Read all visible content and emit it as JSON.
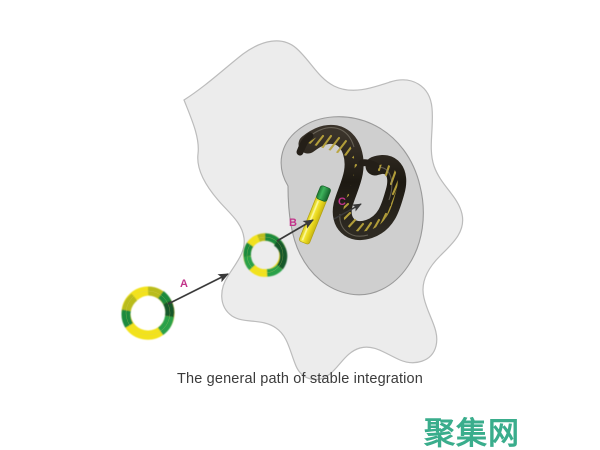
{
  "figure": {
    "caption": "The general path of stable integration",
    "watermark": "聚集网",
    "background_color": "#ffffff",
    "caption_color": "#3b3b3b",
    "watermark_color": "#3aad8c"
  },
  "labels": {
    "a": "A",
    "b": "B",
    "c": "C",
    "color": "#c2338a"
  },
  "elements": {
    "cell_name": "cell-body",
    "nucleus_name": "nucleus",
    "plasmid_outside_name": "plasmid-extracellular",
    "plasmid_inside_name": "plasmid-intracellular",
    "linear_dna_name": "linearized-dna",
    "chromosome_name": "chromosomal-dna-helix"
  },
  "colors": {
    "cell_fill": "#ececec",
    "cell_stroke": "#b9b9b9",
    "nucleus_fill": "#cfcfcf",
    "nucleus_stroke": "#9a9a9a",
    "plasmid_yellow": "#f2e21a",
    "plasmid_green": "#2aa14a",
    "plasmid_dark_green": "#17592c",
    "plasmid_olive": "#b9bc1f",
    "arrow": "#3a3a3a",
    "dna_strand_dark": "#241f18",
    "dna_rung": "#b8a33a"
  },
  "steps": [
    {
      "id": "A",
      "from": "plasmid-extracellular",
      "to": "plasmid-intracellular",
      "description": "plasmid enters the cell"
    },
    {
      "id": "B",
      "from": "plasmid-intracellular",
      "to": "linearized-dna",
      "description": "plasmid is linearized and enters the nucleus"
    },
    {
      "id": "C",
      "from": "linearized-dna",
      "to": "chromosomal-dna-helix",
      "description": "linear DNA integrates into chromosomal DNA"
    }
  ]
}
